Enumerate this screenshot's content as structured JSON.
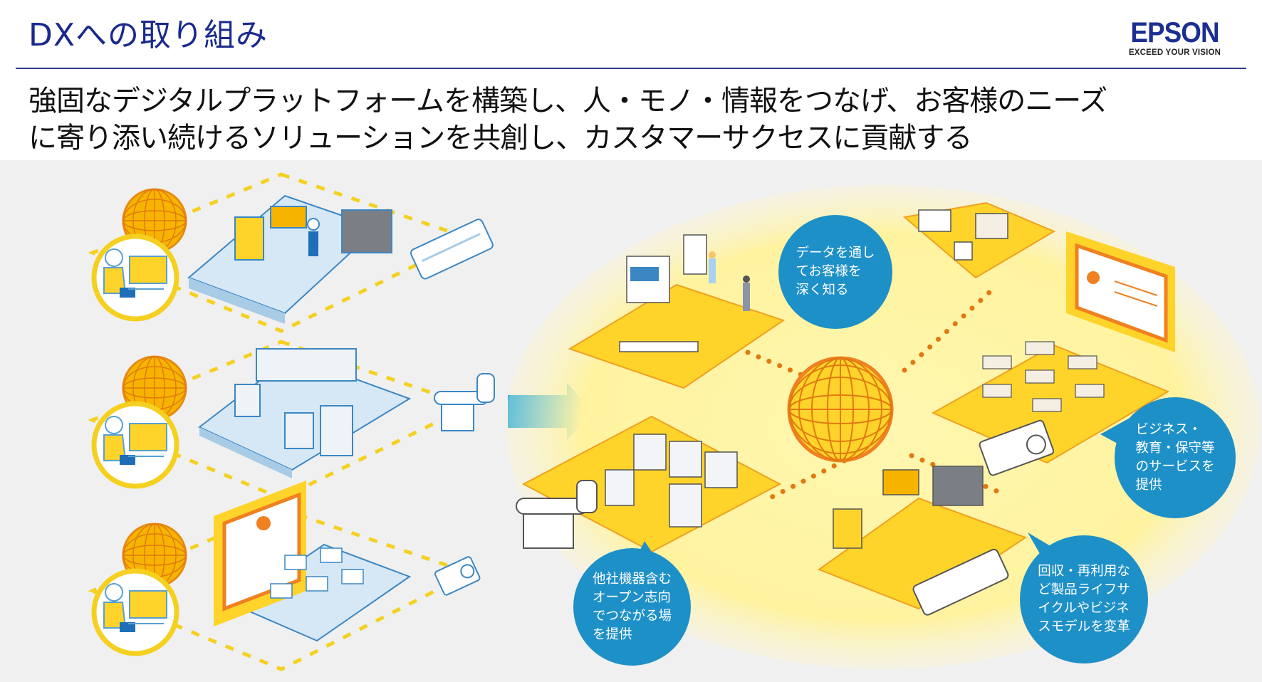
{
  "header": {
    "title": "DXへの取り組み",
    "logo": {
      "brand": "EPSON",
      "tagline": "EXCEED YOUR VISION"
    }
  },
  "subtitle": {
    "line1": "強固なデジタルプラットフォームを構築し、人・モノ・情報をつなげ、お客様のニーズ",
    "line2": "に寄り添い続けるソリューションを共創し、カスタマーサクセスに貢献する"
  },
  "diagram": {
    "colors": {
      "accent_blue": "#1e90c8",
      "arrow_blue": "#1ea7e1",
      "platform_yellow": "#ffd42a",
      "glow_yellow": "#fff3a6",
      "globe_orange": "#f08020",
      "left_panel_blue": "#d6e8f6",
      "dash_yellow": "#f5d020",
      "text_navy": "#1a2a8c"
    },
    "left_scenes": [
      {
        "name": "printing-studio",
        "device": "large-format-printer"
      },
      {
        "name": "factory-robots",
        "device": "scara-robot"
      },
      {
        "name": "classroom",
        "device": "projector"
      }
    ],
    "bubbles": [
      {
        "id": "data",
        "lines": "データを通し\nてお客様を\n深く知る"
      },
      {
        "id": "services",
        "lines": "ビジネス・\n教育・保守等\nのサービスを\n提供"
      },
      {
        "id": "recycle",
        "lines": "回収・再利用な\nど製品ライフサ\nイクルやビジネ\nスモデルを変革"
      },
      {
        "id": "open",
        "lines": "他社機器含む\nオープン志向\nでつながる場\nを提供"
      }
    ]
  }
}
